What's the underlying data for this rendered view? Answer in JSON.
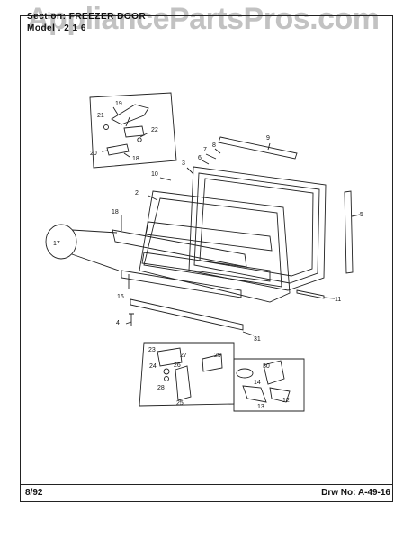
{
  "header": {
    "section_label": "Section:  FREEZER  DOOR",
    "model_label": "Model  . 2  1 6"
  },
  "watermark": "AppliancePartsPros.com",
  "footer": {
    "date": "8/92",
    "drawing_number": "Drw No:  A-49-16"
  },
  "callouts": [
    "19",
    "21",
    "22",
    "20",
    "18",
    "10",
    "3",
    "7",
    "8",
    "6",
    "9",
    "2",
    "5",
    "18",
    "17",
    "16",
    "11",
    "4",
    "31",
    "23",
    "27",
    "24",
    "26",
    "28",
    "25",
    "29",
    "30",
    "14",
    "12",
    "13"
  ]
}
